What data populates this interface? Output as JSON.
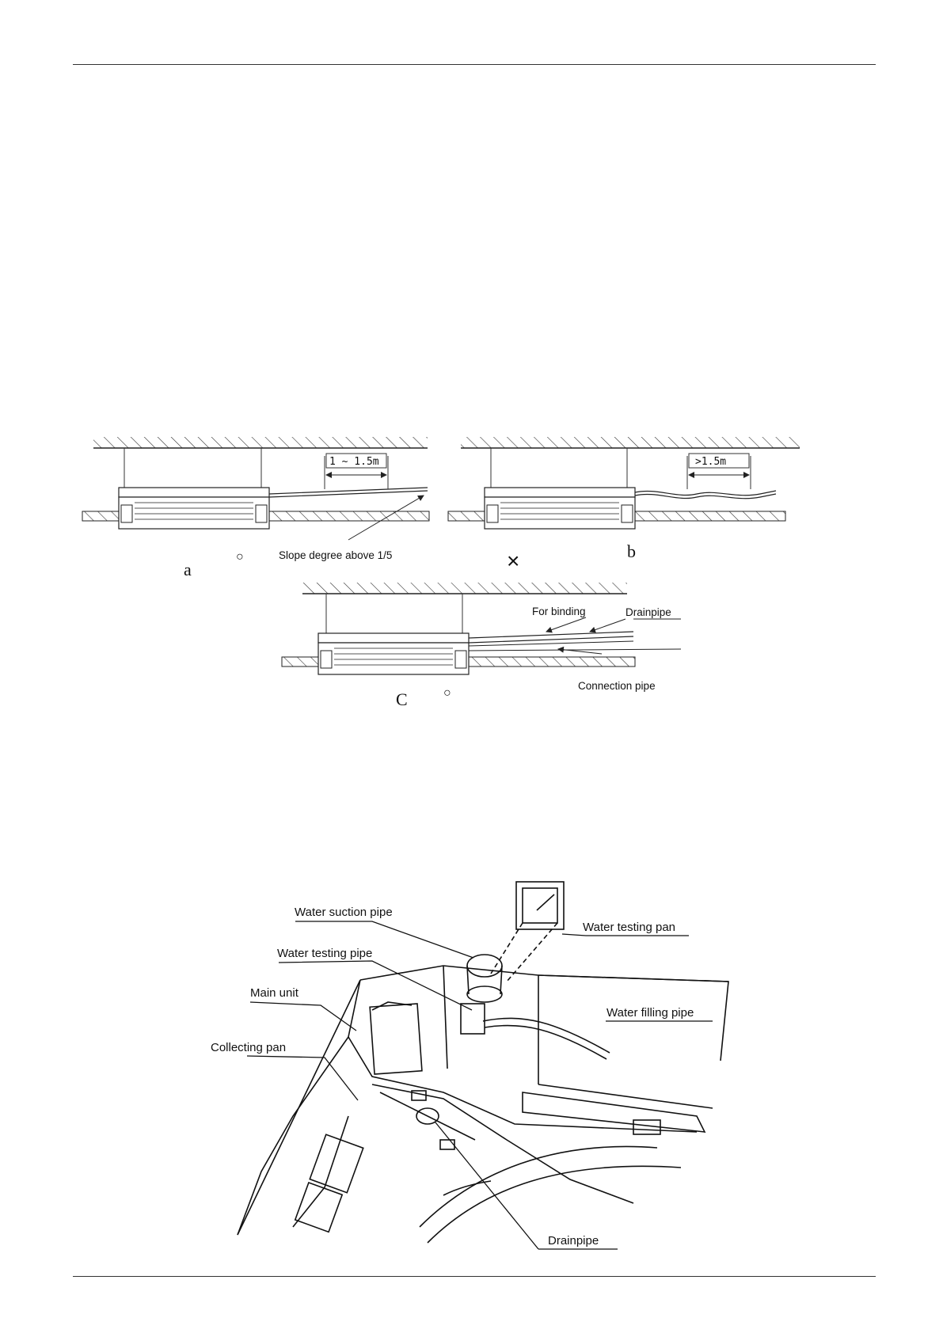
{
  "drain_figures": {
    "a": {
      "letter": "a",
      "dimension": "1 ~ 1.5m",
      "note": "Slope degree above 1/5",
      "mark": "○"
    },
    "b": {
      "letter": "b",
      "dimension": ">1.5m",
      "mark": "×"
    },
    "c": {
      "letter": "C",
      "mark": "○",
      "label_binding": "For binding",
      "label_drainpipe": "Drainpipe",
      "label_connection": "Connection pipe"
    }
  },
  "test_figure": {
    "water_suction_pipe": "Water suction pipe",
    "water_testing_pipe": "Water testing pipe",
    "main_unit": "Main unit",
    "collecting_pan": "Collecting pan",
    "water_testing_pan": "Water testing pan",
    "water_filling_pipe": "Water filling pipe",
    "drainpipe": "Drainpipe"
  }
}
